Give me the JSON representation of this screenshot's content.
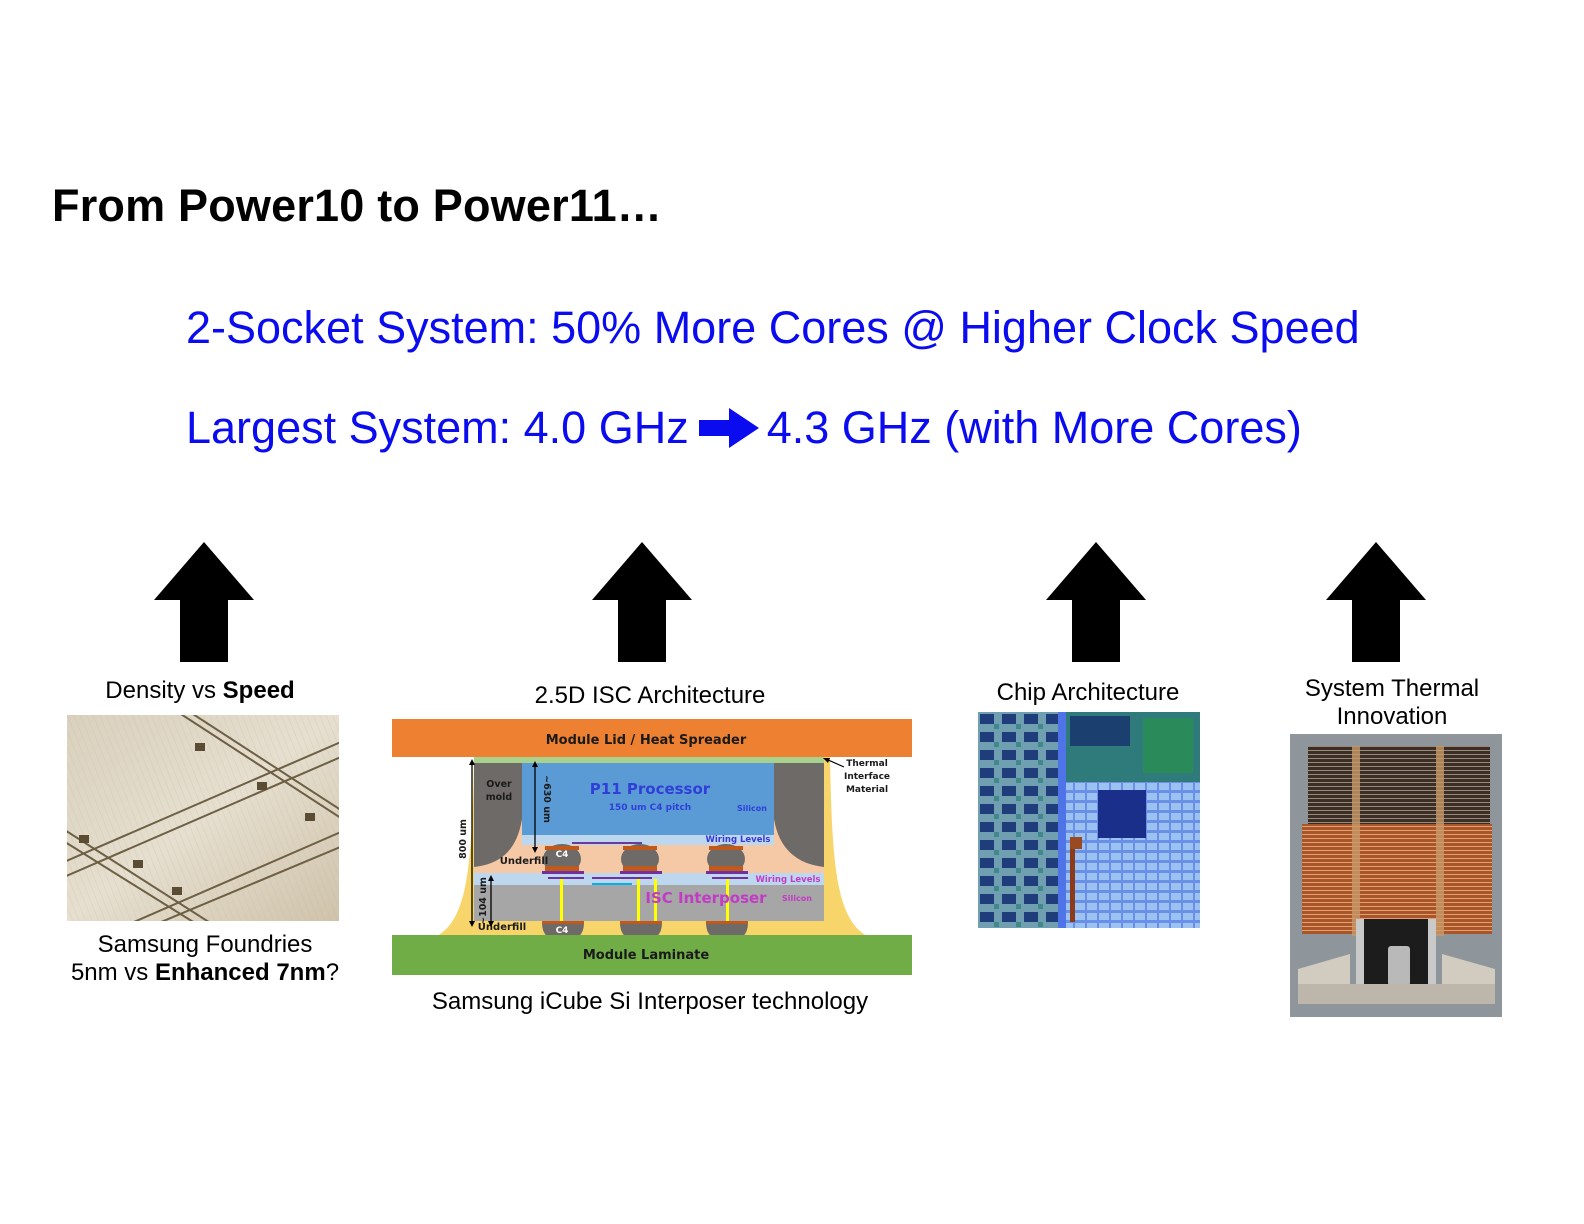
{
  "slide": {
    "title": "From Power10 to Power11…",
    "headline_1": "2-Socket System: 50% More Cores @ Higher Clock Speed",
    "headline_2_left": "Largest System: 4.0 GHz",
    "headline_2_right": "4.3 GHz (with More Cores)",
    "accent_color": "#0b0bf0"
  },
  "columns": [
    {
      "caption_normal": "Density vs ",
      "caption_bold": "Speed",
      "footer_line1": "Samsung Foundries",
      "footer_line2_normal": "5nm vs ",
      "footer_line2_bold": "Enhanced 7nm",
      "footer_line2_end": "?",
      "image": "die-wafer-photo"
    },
    {
      "caption": "2.5D ISC Architecture",
      "footer": "Samsung iCube Si Interposer technology",
      "image": "package-cross-section-diagram"
    },
    {
      "caption": "Chip Architecture",
      "image": "chip-die-shot"
    },
    {
      "caption_line1": "System Thermal",
      "caption_line2": "Innovation",
      "image": "copper-heatsink-photo"
    }
  ],
  "diagram": {
    "lid": "Module Lid / Heat Spreader",
    "tim_1": "Thermal",
    "tim_2": "Interface",
    "tim_3": "Material",
    "overmold_1": "Over",
    "overmold_2": "mold",
    "processor": "P11 Processor",
    "pitch": "150 um C4 pitch",
    "silicon_top": "Silicon",
    "wiring_top": "Wiring Levels",
    "wiring_bottom": "Wiring Levels",
    "interposer": "ISC Interposer",
    "silicon_bottom": "Silicon",
    "underfill_top": "Underfill",
    "underfill_bottom": "Underfill",
    "c4": "C4",
    "dim_800": "800 um",
    "dim_630": "~630 um",
    "dim_104": "~104 um",
    "laminate": "Module Laminate"
  }
}
